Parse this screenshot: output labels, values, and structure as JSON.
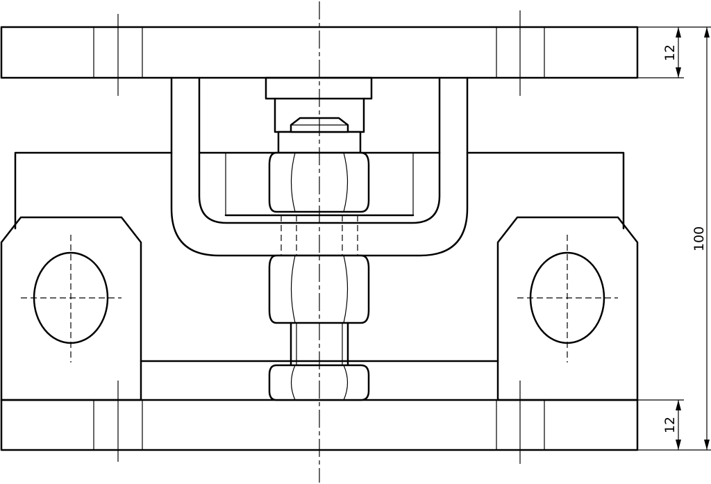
{
  "dimensions": {
    "top_plate_thickness": "12",
    "bottom_plate_thickness": "12",
    "overall_height": "100"
  }
}
